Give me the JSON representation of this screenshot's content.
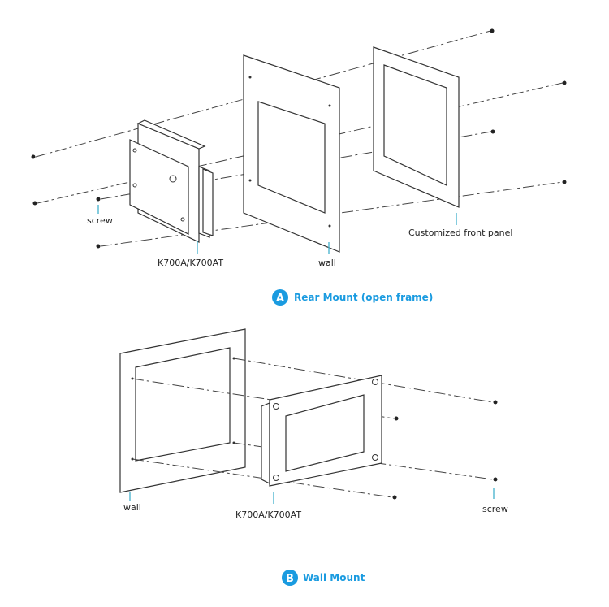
{
  "section_a": {
    "badge": "A",
    "title": "Rear Mount (open frame)",
    "labels": {
      "screw": "screw",
      "device": "K700A/K700AT",
      "wall": "wall",
      "front_panel": "Customized front panel"
    }
  },
  "section_b": {
    "badge": "B",
    "title": "Wall Mount",
    "labels": {
      "wall": "wall",
      "device": "K700A/K700AT",
      "screw": "screw"
    }
  },
  "colors": {
    "accent": "#1a9be0",
    "leader": "#4fb6cf"
  }
}
